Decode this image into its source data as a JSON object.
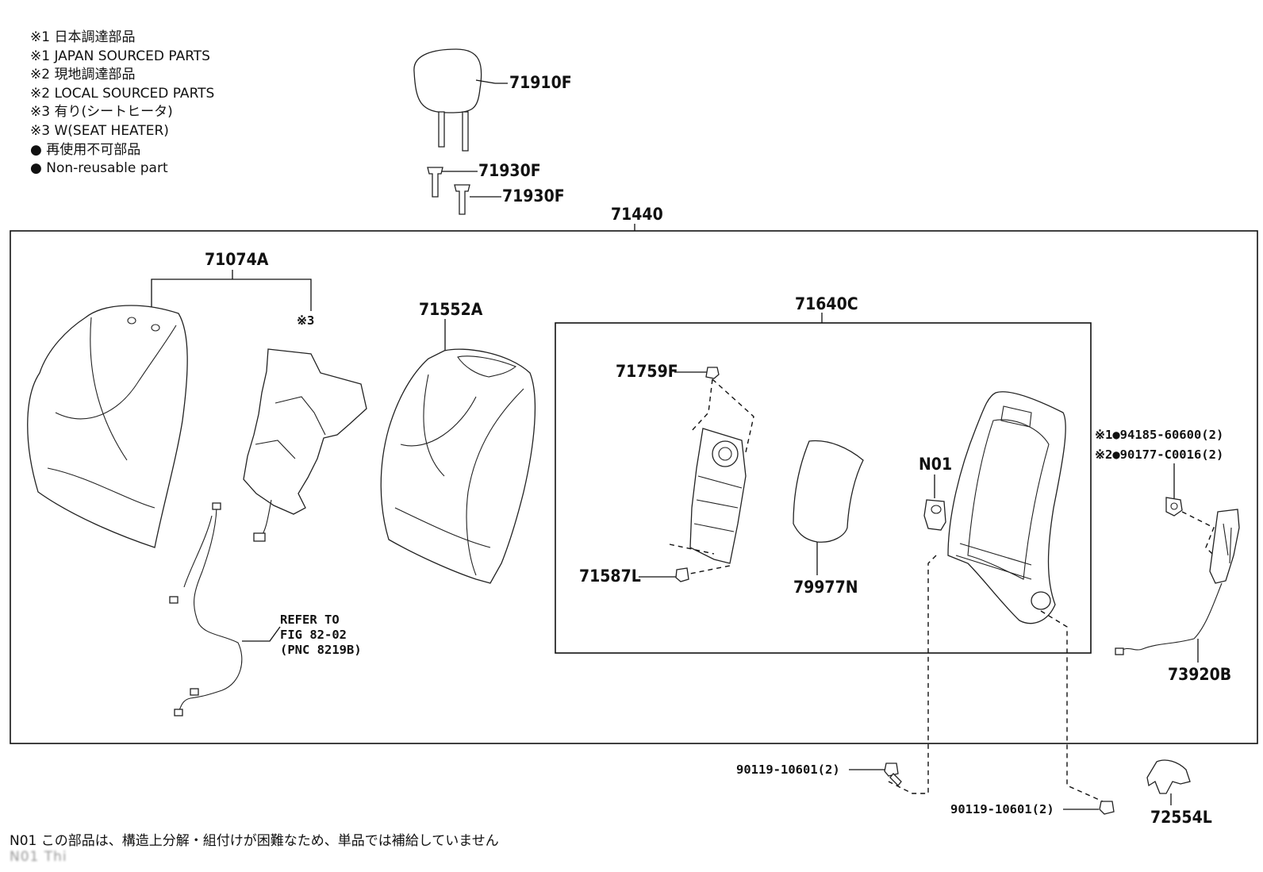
{
  "legend": [
    "※1 日本調達部品",
    "※1 JAPAN SOURCED PARTS",
    "※2 現地調達部品",
    "※2 LOCAL SOURCED PARTS",
    "※3 有り(シートヒータ)",
    "※3 W(SEAT HEATER)",
    "● 再使用不可部品",
    "● Non-reusable part"
  ],
  "parts": {
    "p71910F": "71910F",
    "p71930F_a": "71930F",
    "p71930F_b": "71930F",
    "p71440": "71440",
    "p71074A": "71074A",
    "p71552A": "71552A",
    "p71640C": "71640C",
    "p71759F": "71759F",
    "p71587L": "71587L",
    "p79977N": "79977N",
    "pN01": "N01",
    "p73920B": "73920B",
    "p72554L": "72554L",
    "heater_mark": "※3",
    "bolt_jp": "※1●94185-60600(2)",
    "bolt_local": "※2●90177-C0016(2)",
    "bolt_a": "90119-10601(2)",
    "bolt_b": "90119-10601(2)"
  },
  "refer": {
    "line1": "REFER TO",
    "line2": "FIG 82-02",
    "line3": "(PNC 8219B)"
  },
  "notes": {
    "n01_jp": "N01 この部品は、構造上分解・組付けが困難なため、単品では補給していません",
    "n01_en": "N01 Thi"
  }
}
